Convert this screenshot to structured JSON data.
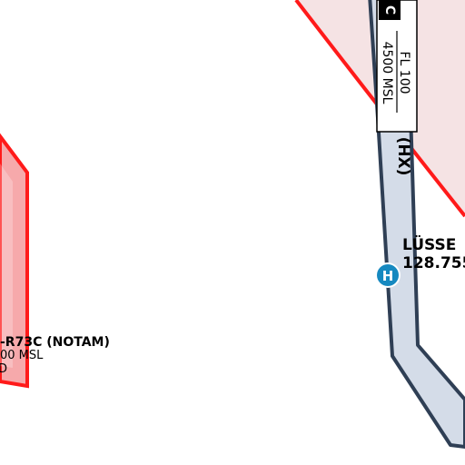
{
  "colors": {
    "restricted_area_stroke": "#ff1a1a",
    "restricted_area_fill": "#f6a9ab",
    "large_area_fill": "#f5e3e4",
    "route_fill": "#d4dce8",
    "route_stroke": "#2f3f55",
    "heli_marker": "#1689c0"
  },
  "restricted_area": {
    "name": "-R73C (NOTAM)",
    "lower_limit": "00 MSL",
    "extra": "D"
  },
  "airspace_box": {
    "class_letter": "C",
    "upper_limit": "FL 100",
    "lower_limit": "4500 MSL"
  },
  "route": {
    "label": "(HX)"
  },
  "heliport": {
    "marker_letter": "H",
    "name": "LÜSSE",
    "frequency": "128.755"
  }
}
